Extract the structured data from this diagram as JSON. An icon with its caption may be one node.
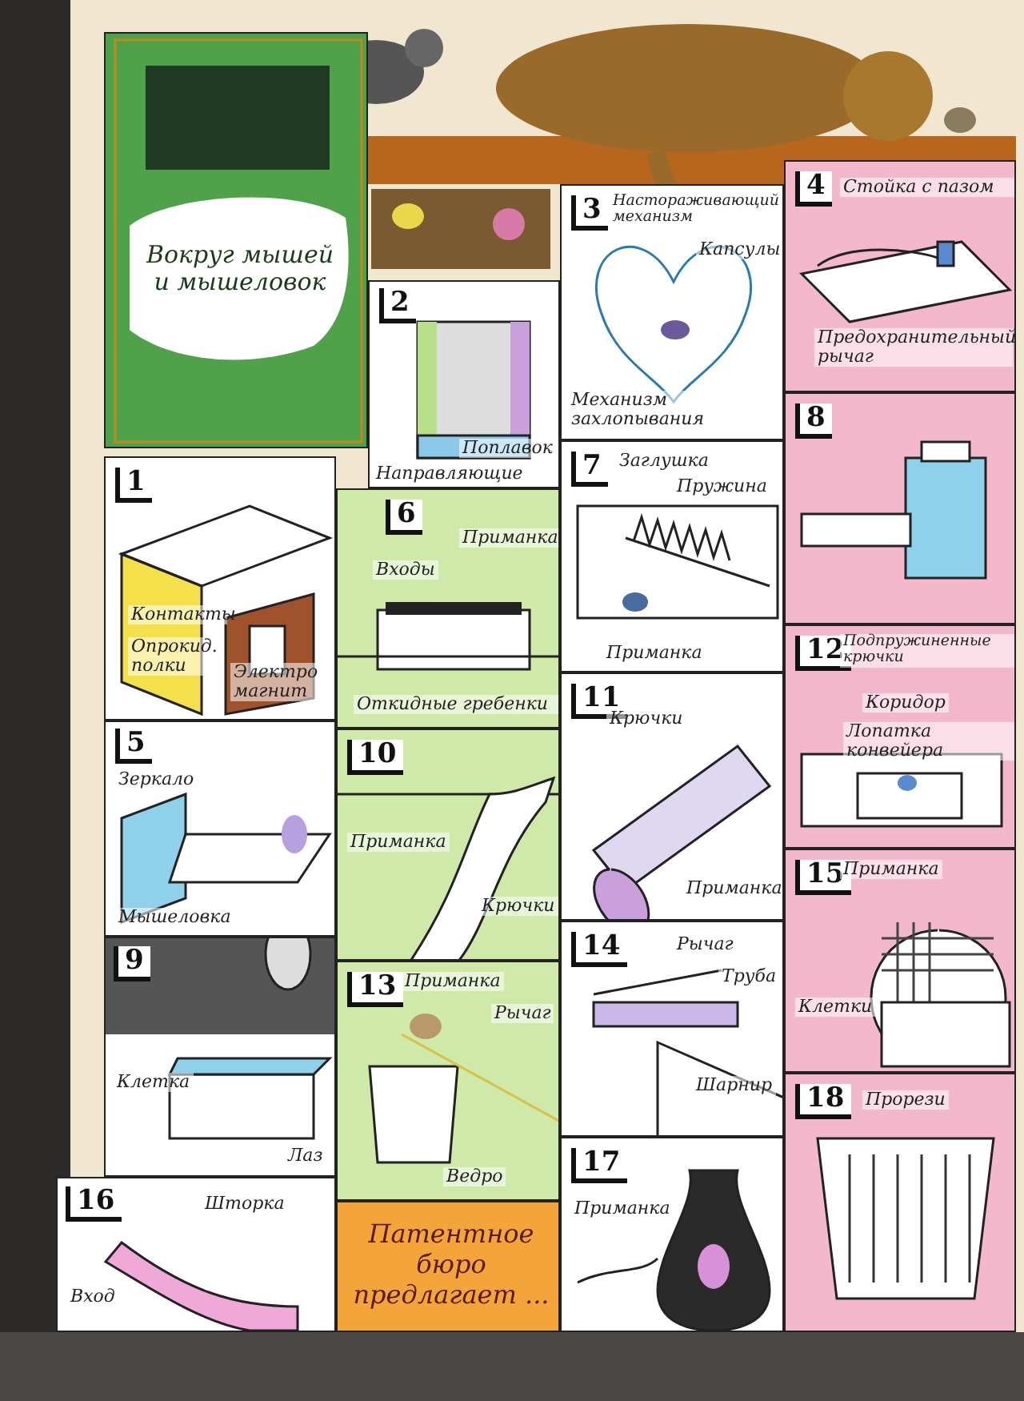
{
  "diagram": {
    "nodes": [
      {
        "text": [
          "Вокруг мышей и мышеловок"
        ]
      },
      {
        "text": [
          "1",
          "Контакты",
          "Опрокид. полки",
          "Электро магнит"
        ]
      },
      {
        "text": [
          "2",
          "Поплавок",
          "Направляющие"
        ]
      },
      {
        "text": [
          "3",
          "Настораживающий механизм",
          "Капсулы",
          "Механизм захлопывания"
        ]
      },
      {
        "text": [
          "4",
          "Стойка с пазом",
          "Предохранительный рычаг"
        ]
      },
      {
        "text": [
          "5",
          "Зеркало",
          "Мышеловка"
        ]
      },
      {
        "text": [
          "6",
          "Приманка",
          "Входы",
          "Откидные гребенки"
        ]
      },
      {
        "text": [
          "7",
          "Заглушка",
          "Пружина",
          "Приманка"
        ]
      },
      {
        "text": [
          "8"
        ]
      },
      {
        "text": [
          "9",
          "Клетка",
          "Лаз"
        ]
      },
      {
        "text": [
          "10",
          "Приманка",
          "Крючки"
        ]
      },
      {
        "text": [
          "11",
          "Крючки",
          "Приманка"
        ]
      },
      {
        "text": [
          "12",
          "Подпружиненные крючки",
          "Коридор",
          "Лопатка конвейера"
        ]
      },
      {
        "text": [
          "13",
          "Приманка",
          "Рычаг",
          "Ведро"
        ]
      },
      {
        "text": [
          "14",
          "Рычаг",
          "Труба",
          "Шарнир"
        ]
      },
      {
        "text": [
          "15",
          "Приманка",
          "Клетки"
        ]
      },
      {
        "text": [
          "16",
          "Шторка",
          "Вход"
        ]
      },
      {
        "text": [
          "17",
          "Приманка"
        ]
      },
      {
        "text": [
          "18",
          "Прорези"
        ]
      },
      {
        "text": [
          "Патентное бюро предлагает ..."
        ]
      }
    ]
  }
}
